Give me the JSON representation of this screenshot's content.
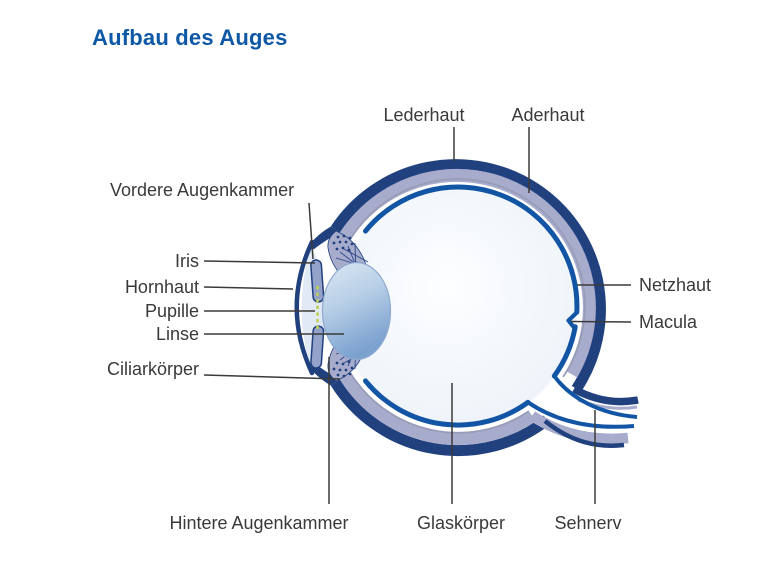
{
  "title": "Aufbau des Auges",
  "diagram": {
    "type": "anatomical-cross-section",
    "subject": "human eye",
    "labels": {
      "lederhaut": "Lederhaut",
      "aderhaut": "Aderhaut",
      "vordere_augenkammer": "Vordere Augenkammer",
      "iris": "Iris",
      "hornhaut": "Hornhaut",
      "pupille": "Pupille",
      "linse": "Linse",
      "ciliarkoerper": "Ciliarkörper",
      "netzhaut": "Netzhaut",
      "macula": "Macula",
      "hintere_augenkammer": "Hintere Augenkammer",
      "glaskoerper": "Glaskörper",
      "sehnerv": "Sehnerv"
    },
    "colors": {
      "title_blue": "#0e58a5",
      "label_text": "#3a3a39",
      "sclera_navy": "#21407e",
      "choroid_lavender": "#a7accd",
      "choroid_edge_gray": "#989cb6",
      "retina_blue": "#1255a4",
      "chamber_light_blue": "#e1eaf4",
      "lens_light": "#d9e6f3",
      "lens_dark": "#7ba1cf",
      "iris_fill": "#93a2c9",
      "pupil_dash_green": "#c2cf4e",
      "background": "#ffffff"
    }
  }
}
